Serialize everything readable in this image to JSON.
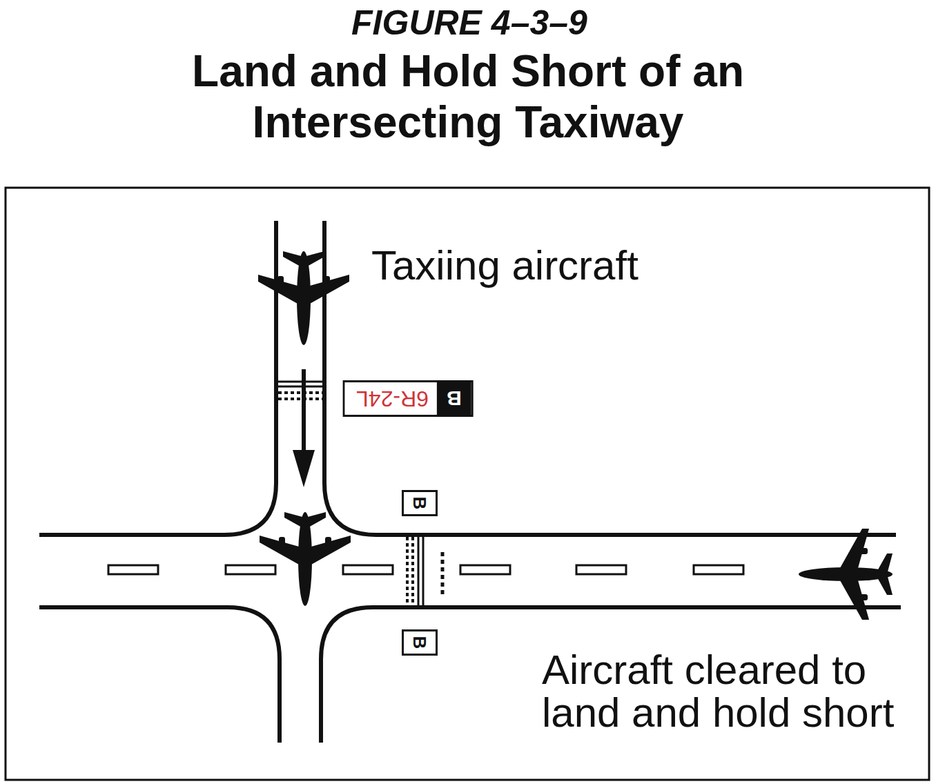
{
  "diagram": {
    "title": "Land and Hold Short of an Intersecting Taxiway",
    "nodes": [
      {
        "text": [
          "B",
          "6R-24L"
        ]
      },
      {
        "text": [
          "B"
        ]
      },
      {
        "text": [
          "B"
        ]
      }
    ],
    "labels": [
      "FIGURE 4–3–9",
      "Taxiing aircraft",
      "Aircraft cleared to land and hold short"
    ]
  }
}
